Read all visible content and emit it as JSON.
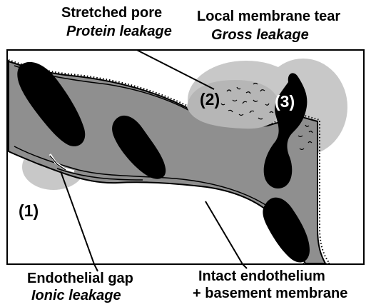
{
  "labels": {
    "stretched_pore": {
      "title": "Stretched pore",
      "subtitle": "Protein leakage"
    },
    "membrane_tear": {
      "title": "Local membrane tear",
      "subtitle": "Gross leakage"
    },
    "endothelial_gap": {
      "title": "Endothelial gap",
      "subtitle": "Ionic leakage"
    },
    "intact_endothelium": {
      "line1": "Intact endothelium",
      "line2": "+ basement membrane"
    }
  },
  "markers": {
    "gap": "(1)",
    "pore": "(2)",
    "tear": "(3)"
  },
  "colors": {
    "vessel_fill": "#8f8f8f",
    "cell_fill": "#000000",
    "leak_halo": "#c8c8c8",
    "leak_core": "#b6b6b6",
    "outline": "#000000",
    "background": "#ffffff"
  }
}
